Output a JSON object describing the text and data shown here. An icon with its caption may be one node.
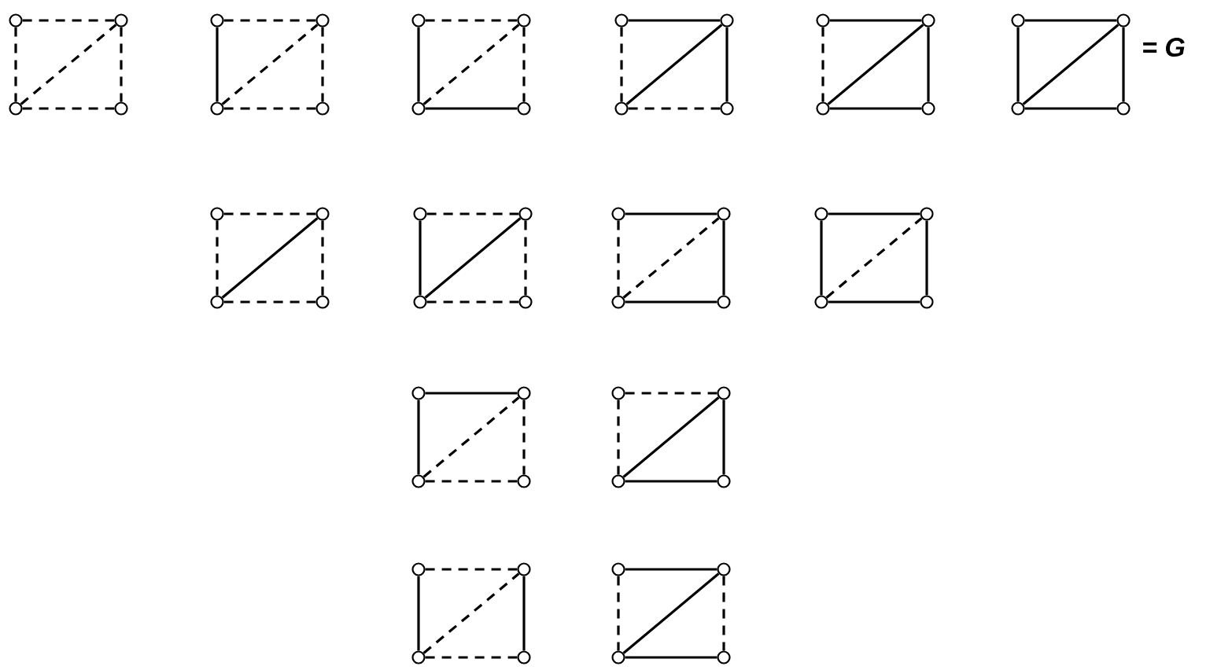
{
  "diagram": {
    "nodes": [
      {
        "text": [],
        "shape": "circle"
      },
      {
        "text": [],
        "shape": "circle"
      },
      {
        "text": [],
        "shape": "circle"
      },
      {
        "text": [],
        "shape": "circle"
      },
      {
        "text": [],
        "shape": "circle"
      },
      {
        "text": [],
        "shape": "circle"
      },
      {
        "text": [],
        "shape": "circle"
      },
      {
        "text": [],
        "shape": "circle"
      },
      {
        "text": [],
        "shape": "circle"
      },
      {
        "text": [],
        "shape": "circle"
      },
      {
        "text": [],
        "shape": "circle"
      },
      {
        "text": [],
        "shape": "circle"
      },
      {
        "text": [],
        "shape": "circle"
      },
      {
        "text": [],
        "shape": "circle"
      },
      {
        "text": [],
        "shape": "circle"
      },
      {
        "text": [],
        "shape": "circle"
      },
      {
        "text": [],
        "shape": "circle"
      },
      {
        "text": [],
        "shape": "circle"
      },
      {
        "text": [],
        "shape": "circle"
      },
      {
        "text": [],
        "shape": "circle"
      },
      {
        "text": [],
        "shape": "circle"
      },
      {
        "text": [],
        "shape": "circle"
      },
      {
        "text": [],
        "shape": "circle"
      },
      {
        "text": [],
        "shape": "circle"
      },
      {
        "text": [],
        "shape": "circle"
      },
      {
        "text": [],
        "shape": "circle"
      },
      {
        "text": [],
        "shape": "circle"
      },
      {
        "text": [],
        "shape": "circle"
      },
      {
        "text": [],
        "shape": "circle"
      },
      {
        "text": [],
        "shape": "circle"
      },
      {
        "text": [],
        "shape": "circle"
      },
      {
        "text": [],
        "shape": "circle"
      },
      {
        "text": [],
        "shape": "circle"
      },
      {
        "text": [],
        "shape": "circle"
      },
      {
        "text": [],
        "shape": "circle"
      },
      {
        "text": [],
        "shape": "circle"
      },
      {
        "text": [],
        "shape": "circle"
      },
      {
        "text": [],
        "shape": "circle"
      },
      {
        "text": [],
        "shape": "circle"
      },
      {
        "text": [],
        "shape": "circle"
      },
      {
        "text": [],
        "shape": "circle"
      },
      {
        "text": [],
        "shape": "circle"
      },
      {
        "text": [],
        "shape": "circle"
      },
      {
        "text": [],
        "shape": "circle"
      },
      {
        "text": [],
        "shape": "circle"
      },
      {
        "text": [],
        "shape": "circle"
      },
      {
        "text": [],
        "shape": "circle"
      },
      {
        "text": [],
        "shape": "circle"
      },
      {
        "text": [],
        "shape": "circle"
      },
      {
        "text": [],
        "shape": "circle"
      },
      {
        "text": [],
        "shape": "circle"
      },
      {
        "text": [],
        "shape": "circle"
      },
      {
        "text": [],
        "shape": "circle"
      },
      {
        "text": [],
        "shape": "circle"
      },
      {
        "text": [],
        "shape": "circle"
      },
      {
        "text": [],
        "shape": "circle"
      }
    ],
    "edges": [
      {
        "from": 0,
        "to": 1,
        "arrow": "none",
        "style": "dashed"
      },
      {
        "from": 0,
        "to": 2,
        "arrow": "none",
        "style": "dashed"
      },
      {
        "from": 1,
        "to": 3,
        "arrow": "none",
        "style": "dashed"
      },
      {
        "from": 2,
        "to": 3,
        "arrow": "none",
        "style": "dashed"
      },
      {
        "from": 2,
        "to": 1,
        "arrow": "none",
        "style": "dashed"
      },
      {
        "from": 4,
        "to": 5,
        "arrow": "none",
        "style": "dashed"
      },
      {
        "from": 4,
        "to": 6,
        "arrow": "none"
      },
      {
        "from": 5,
        "to": 7,
        "arrow": "none",
        "style": "dashed"
      },
      {
        "from": 6,
        "to": 7,
        "arrow": "none",
        "style": "dashed"
      },
      {
        "from": 6,
        "to": 5,
        "arrow": "none",
        "style": "dashed"
      },
      {
        "from": 8,
        "to": 9,
        "arrow": "none",
        "style": "dashed"
      },
      {
        "from": 8,
        "to": 10,
        "arrow": "none"
      },
      {
        "from": 9,
        "to": 11,
        "arrow": "none",
        "style": "dashed"
      },
      {
        "from": 10,
        "to": 11,
        "arrow": "none"
      },
      {
        "from": 10,
        "to": 9,
        "arrow": "none",
        "style": "dashed"
      },
      {
        "from": 12,
        "to": 13,
        "arrow": "none"
      },
      {
        "from": 12,
        "to": 14,
        "arrow": "none",
        "style": "dashed"
      },
      {
        "from": 13,
        "to": 15,
        "arrow": "none"
      },
      {
        "from": 14,
        "to": 15,
        "arrow": "none",
        "style": "dashed"
      },
      {
        "from": 14,
        "to": 13,
        "arrow": "none"
      },
      {
        "from": 16,
        "to": 17,
        "arrow": "none"
      },
      {
        "from": 16,
        "to": 18,
        "arrow": "none",
        "style": "dashed"
      },
      {
        "from": 17,
        "to": 19,
        "arrow": "none"
      },
      {
        "from": 18,
        "to": 19,
        "arrow": "none"
      },
      {
        "from": 18,
        "to": 17,
        "arrow": "none"
      },
      {
        "from": 20,
        "to": 21,
        "arrow": "none"
      },
      {
        "from": 20,
        "to": 22,
        "arrow": "none"
      },
      {
        "from": 21,
        "to": 23,
        "arrow": "none"
      },
      {
        "from": 22,
        "to": 23,
        "arrow": "none"
      },
      {
        "from": 22,
        "to": 21,
        "arrow": "none"
      },
      {
        "from": 24,
        "to": 25,
        "arrow": "none",
        "style": "dashed"
      },
      {
        "from": 24,
        "to": 26,
        "arrow": "none",
        "style": "dashed"
      },
      {
        "from": 25,
        "to": 27,
        "arrow": "none",
        "style": "dashed"
      },
      {
        "from": 26,
        "to": 27,
        "arrow": "none",
        "style": "dashed"
      },
      {
        "from": 26,
        "to": 25,
        "arrow": "none"
      },
      {
        "from": 28,
        "to": 29,
        "arrow": "none",
        "style": "dashed"
      },
      {
        "from": 28,
        "to": 30,
        "arrow": "none"
      },
      {
        "from": 29,
        "to": 31,
        "arrow": "none",
        "style": "dashed"
      },
      {
        "from": 30,
        "to": 31,
        "arrow": "none",
        "style": "dashed"
      },
      {
        "from": 30,
        "to": 29,
        "arrow": "none"
      },
      {
        "from": 32,
        "to": 33,
        "arrow": "none"
      },
      {
        "from": 32,
        "to": 34,
        "arrow": "none",
        "style": "dashed"
      },
      {
        "from": 33,
        "to": 35,
        "arrow": "none"
      },
      {
        "from": 34,
        "to": 35,
        "arrow": "none"
      },
      {
        "from": 34,
        "to": 33,
        "arrow": "none",
        "style": "dashed"
      },
      {
        "from": 36,
        "to": 37,
        "arrow": "none"
      },
      {
        "from": 36,
        "to": 38,
        "arrow": "none"
      },
      {
        "from": 37,
        "to": 39,
        "arrow": "none"
      },
      {
        "from": 38,
        "to": 39,
        "arrow": "none"
      },
      {
        "from": 38,
        "to": 37,
        "arrow": "none",
        "style": "dashed"
      },
      {
        "from": 40,
        "to": 41,
        "arrow": "none"
      },
      {
        "from": 40,
        "to": 42,
        "arrow": "none"
      },
      {
        "from": 41,
        "to": 43,
        "arrow": "none",
        "style": "dashed"
      },
      {
        "from": 42,
        "to": 43,
        "arrow": "none",
        "style": "dashed"
      },
      {
        "from": 42,
        "to": 41,
        "arrow": "none",
        "style": "dashed"
      },
      {
        "from": 44,
        "to": 45,
        "arrow": "none",
        "style": "dashed"
      },
      {
        "from": 44,
        "to": 46,
        "arrow": "none",
        "style": "dashed"
      },
      {
        "from": 45,
        "to": 47,
        "arrow": "none"
      },
      {
        "from": 46,
        "to": 47,
        "arrow": "none"
      },
      {
        "from": 46,
        "to": 45,
        "arrow": "none"
      },
      {
        "from": 48,
        "to": 49,
        "arrow": "none",
        "style": "dashed"
      },
      {
        "from": 48,
        "to": 50,
        "arrow": "none"
      },
      {
        "from": 49,
        "to": 51,
        "arrow": "none"
      },
      {
        "from": 50,
        "to": 51,
        "arrow": "none",
        "style": "dashed"
      },
      {
        "from": 50,
        "to": 49,
        "arrow": "none",
        "style": "dashed"
      },
      {
        "from": 52,
        "to": 53,
        "arrow": "none"
      },
      {
        "from": 52,
        "to": 54,
        "arrow": "none",
        "style": "dashed"
      },
      {
        "from": 53,
        "to": 55,
        "arrow": "none",
        "style": "dashed"
      },
      {
        "from": 54,
        "to": 55,
        "arrow": "none"
      },
      {
        "from": 54,
        "to": 53,
        "arrow": "none"
      }
    ],
    "labels": [
      "= G"
    ]
  }
}
